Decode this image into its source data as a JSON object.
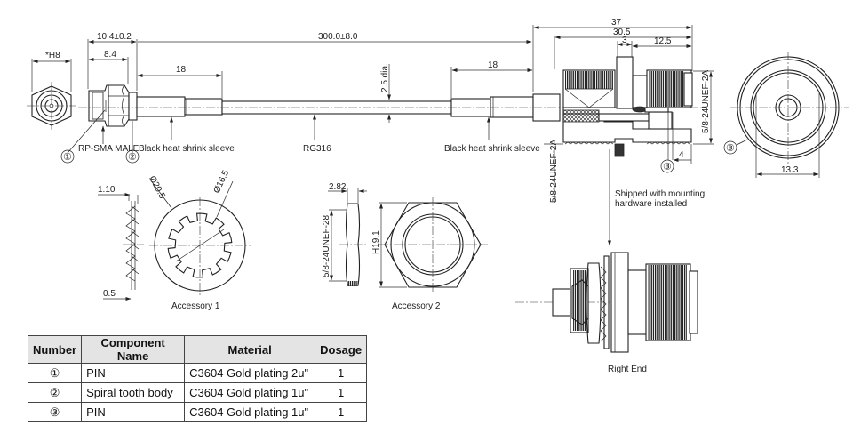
{
  "left_end": {
    "hex_width_label": "*H8",
    "overall_length_label": "10.4±0.2",
    "nut_length_label": "8.4",
    "connector_label": "RP-SMA MALE",
    "callout_1": "①",
    "callout_2": "②",
    "sleeve_length_label": "18",
    "sleeve_label": "Black heat shrink sleeve"
  },
  "cable": {
    "length_label": "300.0±8.0",
    "diameter_label": "2.5 dia.",
    "cable_label": "RG316"
  },
  "right_end": {
    "sleeve_length_label": "18",
    "sleeve_label": "Black heat shrink sleeve",
    "overall_length_label": "37",
    "body_length_label": "30.5",
    "flange_label": "3",
    "front_thread_length_label": "12.5",
    "thread_spec_right": "5/8-24UNEF-2A",
    "thread_spec_bottom": "5/8-24UNEF-2A",
    "pin_offset_label": "4",
    "callout_3": "③",
    "note_line1": "Shipped with mounting",
    "note_line2": "hardware installed"
  },
  "front_view": {
    "callout_3": "③",
    "width_label": "13.3"
  },
  "accessory_1": {
    "title": "Accessory 1",
    "thickness_label": "1.10",
    "plate_label": "0.5",
    "outer_dia_label": "Ø20.5",
    "inner_dia_label": "Ø16.5"
  },
  "accessory_2": {
    "title": "Accessory 2",
    "thickness_label": "2.82",
    "thread_label": "5/8-24UNEF-28",
    "hex_label": "H19.1"
  },
  "assembly": {
    "title": "Right End"
  },
  "bom_table": {
    "headers": [
      "Number",
      "Component Name",
      "Material",
      "Dosage"
    ],
    "rows": [
      {
        "number": "①",
        "name": "PIN",
        "material": "C3604 Gold plating 2u\"",
        "dosage": "1"
      },
      {
        "number": "②",
        "name": "Spiral tooth body",
        "material": "C3604 Gold plating 1u\"",
        "dosage": "1"
      },
      {
        "number": "③",
        "name": "PIN",
        "material": "C3604 Gold plating 1u\"",
        "dosage": "1"
      }
    ]
  }
}
